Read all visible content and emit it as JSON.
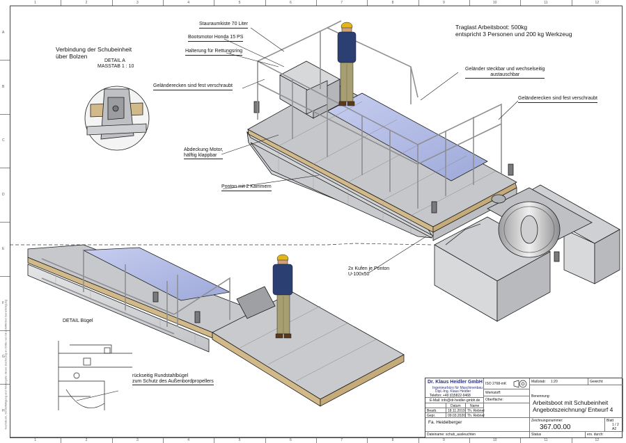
{
  "labels": {
    "verbindung": "Verbindung der Schubeinheit\nüber Bolzen",
    "detail_a": "DETAIL A",
    "massstab": "MASSTAB 1 : 10",
    "staukiste": "Stauraumkiste 70 Liter",
    "bootsmotor": "Bootsmotor Honda 15 PS",
    "halterung": "Halterung für Rettungsring",
    "gelaendereckenLeft": "Geländerecken sind fest verschraubt",
    "traglast": "Traglast Arbeitsboot: 500kg\nentspricht 3 Personen und 200 kg Werkzeug",
    "gelaender_steckbar": "Geländer steckbar und wechselseitig\naustauschbar",
    "gelaendereckenRight": "Geländerecken sind fest verschraubt",
    "abdeckung": "Abdeckung Motor,\nhälftig klappbar",
    "ponton": "Ponton mit 2 Kammern",
    "kufen": "2x Kufen je Ponton\nU-100x50",
    "detail_buegel": "DETAIL Bügel",
    "rueckseitig": "rückseitig Rundstahlbügel\nzum Schutz des Außenbordpropellers"
  },
  "ruler": {
    "columns": [
      "1",
      "2",
      "3",
      "4",
      "5",
      "6",
      "7",
      "8",
      "9",
      "10",
      "11",
      "12"
    ],
    "rows": [
      "A",
      "B",
      "C",
      "D",
      "E",
      "F",
      "G",
      "H"
    ]
  },
  "titleblock": {
    "company": "Dr. Klaus Heidler GmbH",
    "company_sub1": "Ingenieurbüro für Maschinenbau",
    "company_sub2": "Dipl.-Ing. Klaus Heidler",
    "contact1": "Telefon: +49 (0)5822-9468",
    "contact2": "E-Mail: info@dr-heidler-gmbh.de",
    "massstab_label": "Maßstab:",
    "massstab_val": "1:20",
    "gewicht_label": "Gewicht:",
    "werkstoff_label": "Werkstoff:",
    "oberflaeche_label": "Oberfläche:",
    "benennung_label": "Benennung:",
    "title1": "Arbeitsboot mit Schubeinheit",
    "title2": "Angebotszeichnung/ Entwurf 4",
    "col_datum": "Datum",
    "col_name": "Name",
    "bearb": "Bearb.",
    "gepr": "Gepr.",
    "date1": "18.11.2019",
    "date2": "09.03.2020",
    "name1": "Th. Rebner",
    "name2": "Th. Rebner",
    "kunde": "Fa. Heidelberger",
    "zeichnungsnr_label": "Zeichnungsnummer:",
    "zeichnungsnr": "367.00.00",
    "blatt_label": "Blatt",
    "blatt": "1 / 2",
    "format": "A2",
    "norm": "ISO 2768-mK",
    "footer1": "Dateiname: schub_ausleuchten",
    "footer2": "Status",
    "footer3": "ers. durch:"
  },
  "side_note": "Nachdruck, Vervielfältigung und Weitergabe dieser Zeichnung an Dritte nur mit schriftlicher Genehmigung",
  "colors": {
    "deck": "#c9cacc",
    "hull": "#d9dadc",
    "wood": "#d2b98a",
    "blue_floor": "#aab4e0",
    "line": "#1c1c1c",
    "rail": "#9a9a9e",
    "person_shirt": "#2c3f73",
    "person_pants": "#a79e72",
    "helmet": "#e3b51c"
  }
}
